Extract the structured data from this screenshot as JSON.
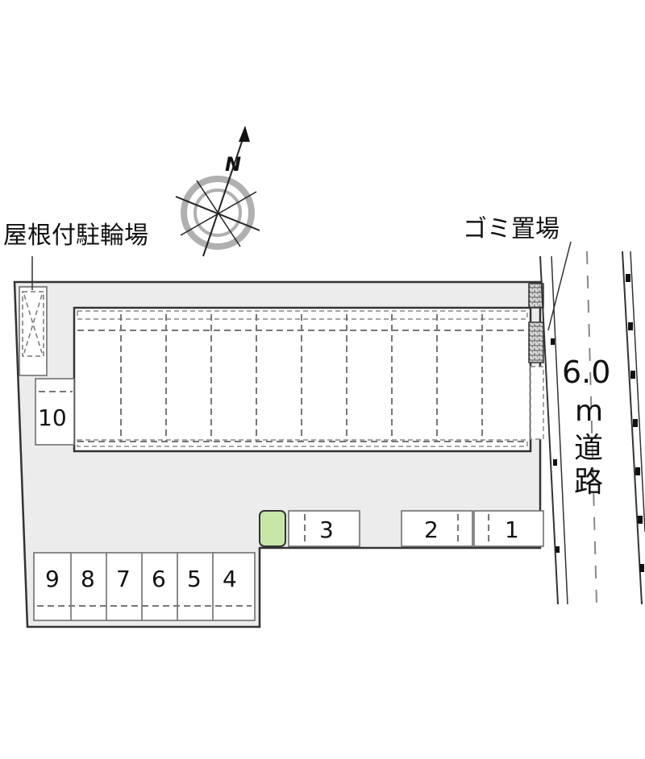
{
  "labels": {
    "covered_bicycle_parking": "屋根付駐輪場",
    "garbage_area": "ゴミ置場",
    "road_width": "6.0",
    "road_unit": "m",
    "road_word_1": "道",
    "road_word_2": "路",
    "north": "N"
  },
  "parking_spaces": {
    "s1": "1",
    "s2": "2",
    "s3": "3",
    "s4": "4",
    "s5": "5",
    "s6": "6",
    "s7": "7",
    "s8": "8",
    "s9": "9",
    "s10": "10"
  },
  "icons": {
    "compass": "compass-rose-icon",
    "bicycle_shelter": "x-cross-shelter-icon"
  },
  "colors": {
    "lot_fill": "#ececec",
    "green_area": "#c6e6a8",
    "brick": "#b5b5b5"
  }
}
